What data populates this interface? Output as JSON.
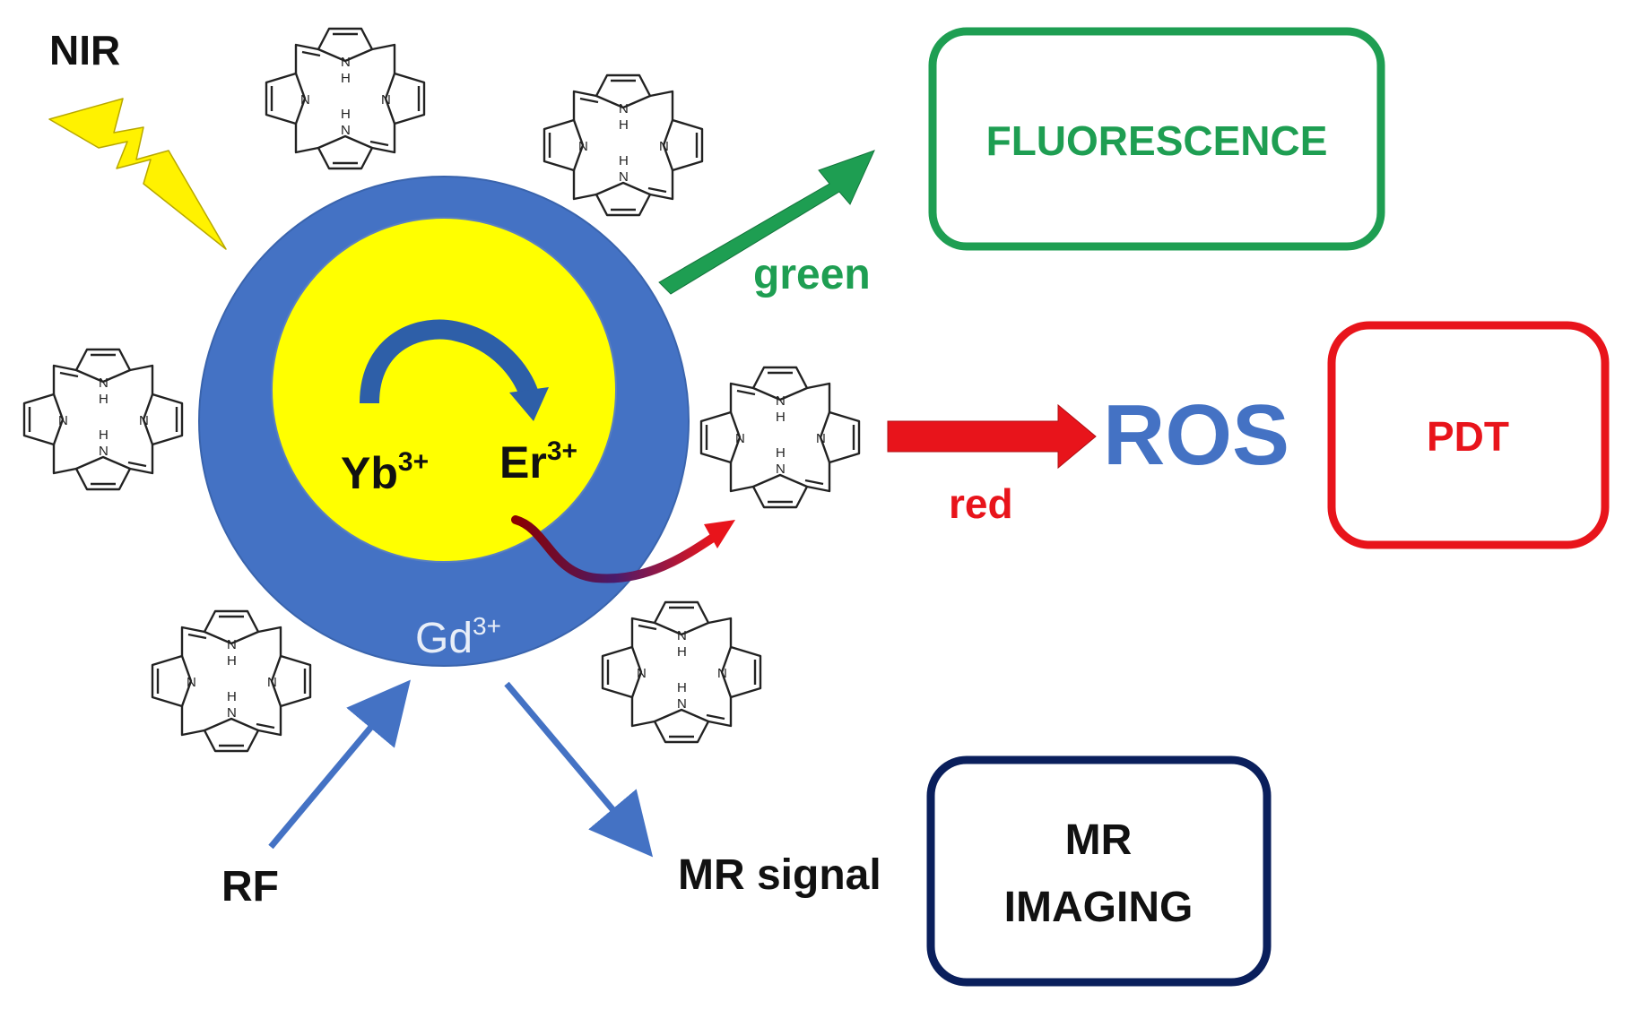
{
  "labels": {
    "nir": "NIR",
    "rf": "RF",
    "mr_signal": "MR signal",
    "green": "green",
    "red": "red",
    "ros": "ROS",
    "yb": "Yb",
    "yb_sup": "3+",
    "er": "Er",
    "er_sup": "3+",
    "gd": "Gd",
    "gd_sup": "3+"
  },
  "boxes": {
    "fluorescence": "FLUORESCENCE",
    "pdt": "PDT",
    "mr_imaging_line1": "MR",
    "mr_imaging_line2": "IMAGING"
  },
  "porphyrin_atoms": {
    "nitrogen": "N",
    "hydrogen": "H"
  },
  "colors": {
    "shell_blue": "#4472C4",
    "core_yellow": "#FFFF00",
    "green": "#1E9E52",
    "red": "#E8141B",
    "ros_blue": "#4472C4",
    "mr_navy": "#0A1F5C",
    "arrow_blue": "#4472C4",
    "bolt": "#FFF200"
  }
}
